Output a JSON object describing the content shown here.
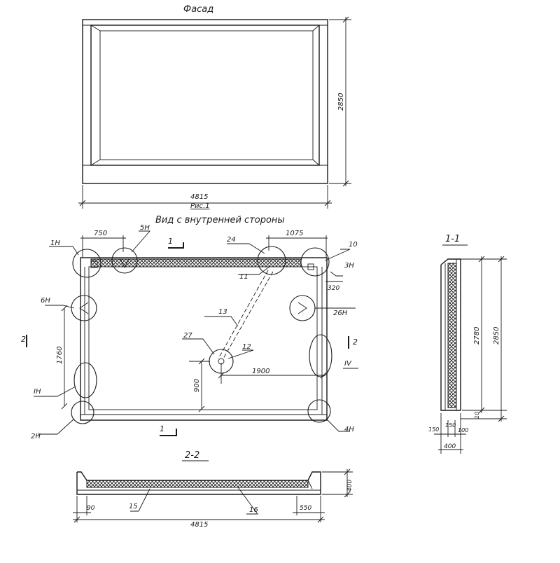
{
  "titles": {
    "facade": "Фасад",
    "fig": "Рис.1",
    "inner_view": "Вид с внутренней стороны",
    "section_11": "1-1",
    "section_22": "2-2"
  },
  "dimensions": {
    "facade_width": "4815",
    "facade_height": "2850",
    "left_top": "750",
    "right_top": "1075",
    "side_320": "320",
    "left_height": "1760",
    "low_height": "900",
    "horizontal_1900": "1900",
    "s11_height_2780": "2780",
    "s11_height_2850": "2850",
    "s11_bottom_10": "10",
    "s11_150a": "150",
    "s11_150b": "150",
    "s11_100": "100",
    "s11_400": "400",
    "s22_height": "400",
    "s22_left": "90",
    "s22_right": "550",
    "s22_width": "4815"
  },
  "callouts": {
    "n1H": "1Н",
    "n5H": "5Н",
    "n24": "24",
    "n10": "10",
    "n3H": "3Н",
    "n11": "11",
    "n6H": "6Н",
    "n13": "13",
    "n26H": "26Н",
    "n27": "27",
    "n12": "12",
    "nIH": "IН",
    "n2H": "2Н",
    "n4H": "4Н",
    "n15": "15",
    "n16": "16",
    "nIV": "IV"
  },
  "section_marks": {
    "cut1_top": "1",
    "cut1_bottom": "1",
    "cut2_right": "2",
    "cut2_left": "2"
  }
}
